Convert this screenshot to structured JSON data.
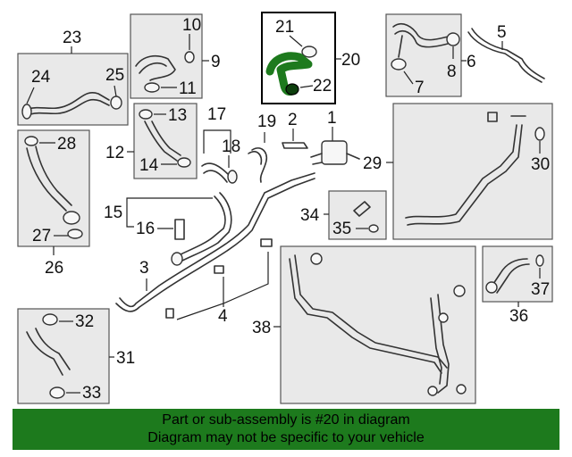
{
  "diagram": {
    "highlight_color": "#1d7a1d",
    "labels": {
      "c1": "1",
      "c2": "2",
      "c3": "3",
      "c4": "4",
      "c5": "5",
      "c6": "6",
      "c7": "7",
      "c8": "8",
      "c9": "9",
      "c10": "10",
      "c11": "11",
      "c12": "12",
      "c13": "13",
      "c14": "14",
      "c15": "15",
      "c16": "16",
      "c17": "17",
      "c18": "18",
      "c19": "19",
      "c20": "20",
      "c21": "21",
      "c22": "22",
      "c23": "23",
      "c24": "24",
      "c25": "25",
      "c26": "26",
      "c27": "27",
      "c28": "28",
      "c29": "29",
      "c30": "30",
      "c31": "31",
      "c32": "32",
      "c33": "33",
      "c34": "34",
      "c35": "35",
      "c36": "36",
      "c37": "37",
      "c38": "38"
    }
  },
  "banner": {
    "line1": "Part or sub-assembly is #20 in diagram",
    "line2": "Diagram may not be specific to your vehicle"
  }
}
